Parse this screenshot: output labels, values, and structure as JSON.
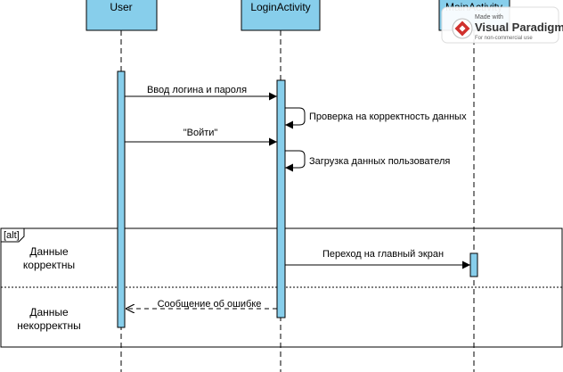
{
  "participants": [
    {
      "name": "User"
    },
    {
      "name": "LoginActivity"
    },
    {
      "name": "MainActivity"
    }
  ],
  "messages": [
    {
      "text": "Ввод логина и пароля"
    },
    {
      "text": "Проверка на корректность данных"
    },
    {
      "text": "\"Войти\""
    },
    {
      "text": "Загрузка данных пользователя"
    },
    {
      "text": "Переход на главный экран"
    },
    {
      "text": "Сообщение об ошибке"
    }
  ],
  "fragment": {
    "tag": "[alt]",
    "conditions": [
      {
        "line1": "Данные",
        "line2": "корректны"
      },
      {
        "line1": "Данные",
        "line2": "некорректны"
      }
    ]
  },
  "watermark": {
    "made_with": "Made with",
    "brand": "Visual Paradigm",
    "note": "For non-commercial use"
  },
  "colors": {
    "lifeline_head": "#87ceeb",
    "activation": "#87ceeb",
    "watermark_accent": "#d0312d"
  }
}
